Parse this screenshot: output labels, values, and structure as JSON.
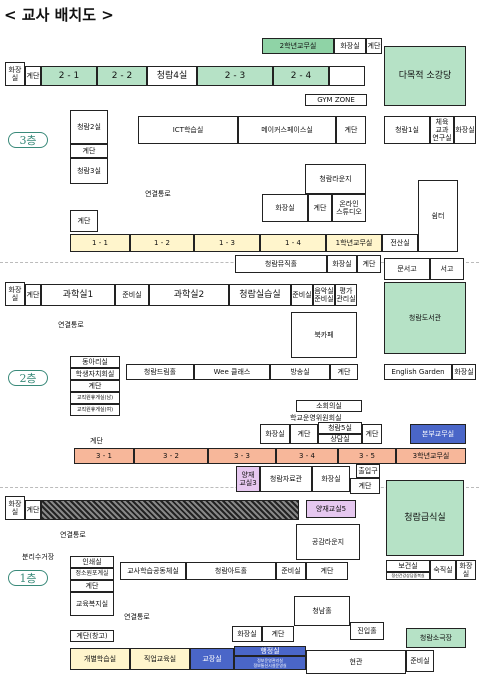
{
  "title": "< 교사 배치도 >",
  "floors": {
    "f3": "3층",
    "f2": "2층",
    "f1": "1층"
  },
  "f3": {
    "rooms": {
      "g2office": "2학년교무실",
      "wc_top": "화장실",
      "stair_top": "계단",
      "wc_left": "화장실",
      "stair_left": "계단",
      "c21": "2 - 1",
      "c22": "2 - 2",
      "cr4": "청람4실",
      "c23": "2 - 3",
      "c24": "2 - 4",
      "auditorium": "다목적 소강당",
      "gym": "GYM ZONE",
      "cr2": "청람2실",
      "ict": "ICT학습실",
      "maker": "메이커스페이스실",
      "stair_mid": "계단",
      "cr1": "청람1실",
      "pe": "체육\n교과\n연구실",
      "wc_right": "화장실",
      "stair_a": "계단",
      "cr3": "청람3실",
      "link": "연결통로",
      "lounge": "청람라운지",
      "wc_mid": "화장실",
      "stair_b": "계단",
      "studio": "온라인\n스튜디오",
      "stair_c": "계단",
      "c11": "1 - 1",
      "c12": "1 - 2",
      "c13": "1 - 3",
      "c14": "1 - 4",
      "g1office": "1학년교무실",
      "computer": "전산실",
      "rest": "쉼터"
    }
  },
  "f2": {
    "rooms": {
      "music": "청람뮤직홀",
      "wc_a": "화장실",
      "stair_a": "계단",
      "docs": "문서고",
      "stacks": "서고",
      "wc_left": "화장실",
      "stair_left": "계단",
      "sci1": "과학실1",
      "prep1": "준비실",
      "sci2": "과학실2",
      "artroom": "청람실습실",
      "prep2": "준비실",
      "musicprep": "음악실\n준비실",
      "eval": "평가\n관리실",
      "library": "청람도서관",
      "link": "연결통로",
      "bookcafe": "북카페",
      "club": "동아리실",
      "council": "학생자치회실",
      "stair_b": "계단",
      "eduworkB": "교직원휴게실(남)",
      "eduworkG": "교직원휴게실(여)",
      "dream": "청람드림홀",
      "wee": "Wee 클래스",
      "broadcast": "방송실",
      "stair_c": "계단",
      "english": "English Garden",
      "wc_right": "화장실",
      "small": "소회의실",
      "schoolcomm": "학교운영위원회실",
      "cr5": "청람5실",
      "counsel": "상담실",
      "wc_b": "화장실",
      "stair_d": "계단",
      "stair_e": "계단",
      "mainoffice": "본부교무실",
      "stair_f": "계단",
      "c31": "3 - 1",
      "c32": "3 - 2",
      "c33": "3 - 3",
      "c34": "3 - 4",
      "c35": "3 - 5",
      "g3office": "3학년교무실"
    }
  },
  "f1": {
    "rooms": {
      "entrance": "출입구",
      "dance": "양재\n교실3",
      "jd": "청람자료관",
      "wc_a": "화장실",
      "stair_a": "계단",
      "wc_left": "화장실",
      "stair_left": "계단",
      "dance5": "양재교실5",
      "cafeteria": "청람급식실",
      "link": "연결통로",
      "commons": "공감라운지",
      "recycle": "분리수거장",
      "health": "인쇄실",
      "dormant": "정소원포계실",
      "stair_b": "계단",
      "teacherwelfare": "교육복지실",
      "lab": "교사학습공동체실",
      "art": "청람아트홀",
      "prep": "준비실",
      "stair_c": "계단",
      "nurse": "보건실",
      "nursesub": "정신건강상담중복실",
      "night": "숙직실",
      "wc_right": "화장실",
      "link2": "연결통로",
      "hall": "청남홀",
      "entry": "진입홀",
      "storage": "계단(창고)",
      "wc_b": "화장실",
      "stair_d": "계단",
      "career": "개별학습실",
      "jobedu": "직업교육실",
      "principal": "교장실",
      "admin": "행정실",
      "adminsub": "정보운영관리실\n정보통신시설운영실",
      "lobby": "현관",
      "prep2": "준비실",
      "theater": "청람소극장"
    }
  }
}
